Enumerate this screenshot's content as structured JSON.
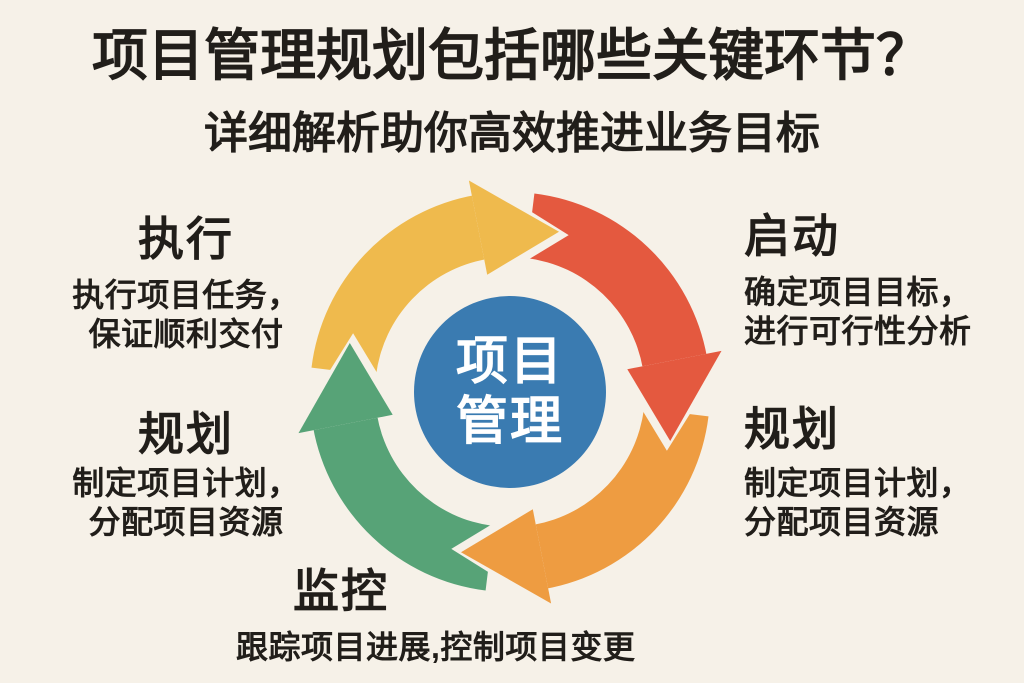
{
  "page": {
    "background_color": "#f6f1e8",
    "text_color": "#211e1a"
  },
  "header": {
    "title": "项目管理规划包括哪些关键环节？",
    "subtitle": "详细解析助你高效推进业务目标"
  },
  "diagram": {
    "center": {
      "line1": "项目",
      "line2": "管理",
      "circle_color": "#3a7bb1",
      "text_color": "#ffffff"
    },
    "arrows": [
      {
        "name": "arrow-top-yellow",
        "color": "#efba4d"
      },
      {
        "name": "arrow-right-red",
        "color": "#e4593f"
      },
      {
        "name": "arrow-bottom-orange",
        "color": "#ee9c41"
      },
      {
        "name": "arrow-left-green",
        "color": "#57a377"
      }
    ],
    "outline_color": "#f6f1e8"
  },
  "stages": [
    {
      "title": "执行",
      "desc_line1": "执行项目任务，",
      "desc_line2": "保证顺利交付"
    },
    {
      "title": "启动",
      "desc_line1": "确定项目目标，",
      "desc_line2": "进行可行性分析"
    },
    {
      "title": "规划",
      "desc_line1": "制定项目计划，",
      "desc_line2": "分配项目资源"
    },
    {
      "title": "规划",
      "desc_line1": "制定项目计划，",
      "desc_line2": "分配项目资源"
    },
    {
      "title": "监控",
      "desc": "跟踪项目进展,控制项目变更"
    }
  ]
}
